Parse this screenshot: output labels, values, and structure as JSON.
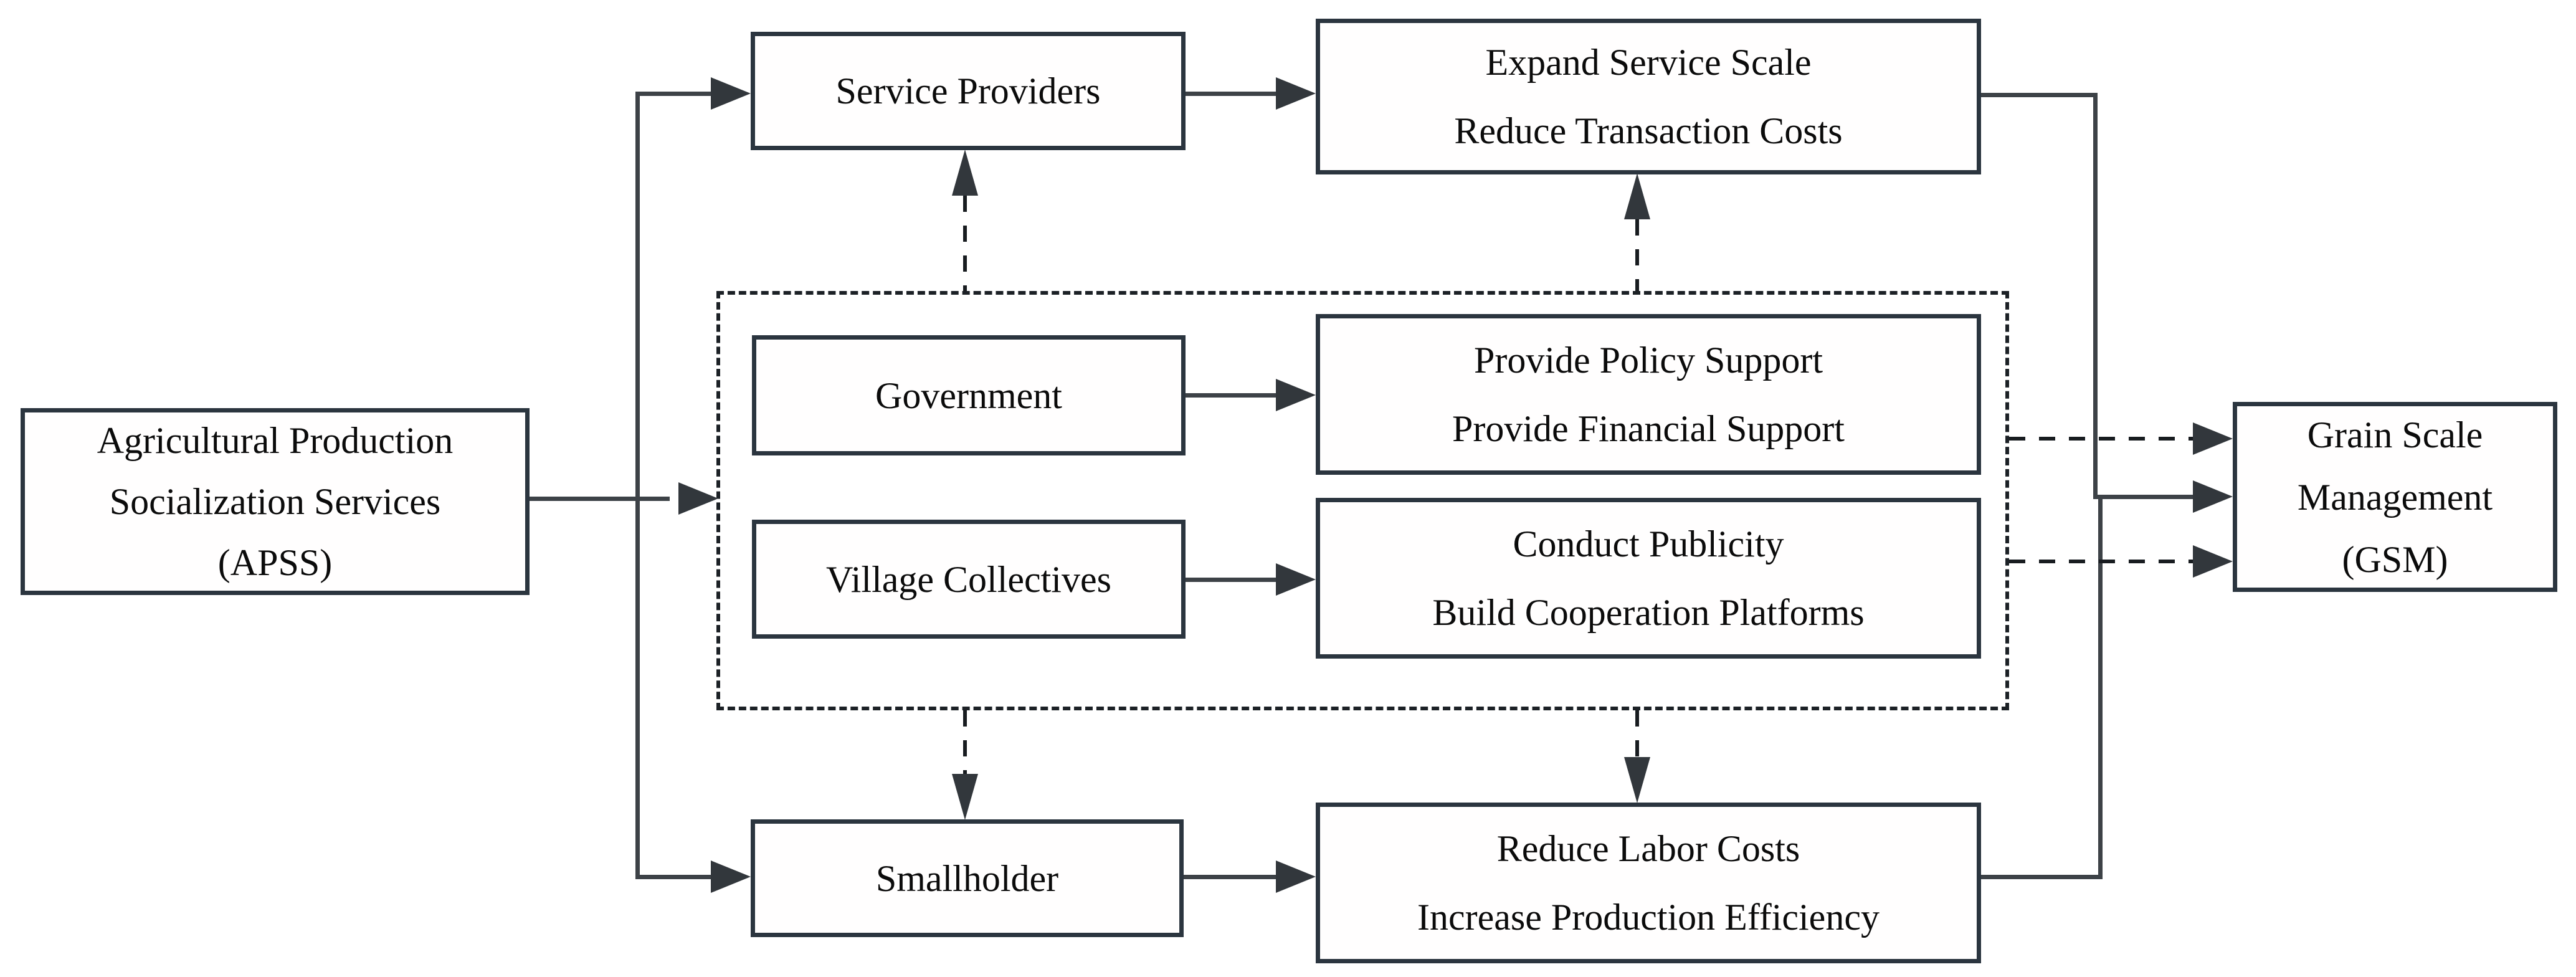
{
  "diagram": {
    "title": "APSS to GSM mechanism flowchart",
    "nodes": {
      "apss": {
        "line1": "Agricultural Production",
        "line2": "Socialization Services",
        "line3": "(APSS)"
      },
      "service_providers": {
        "line1": "Service Providers"
      },
      "expand": {
        "line1": "Expand Service Scale",
        "line2": "Reduce Transaction Costs"
      },
      "government": {
        "line1": "Government"
      },
      "policy": {
        "line1": "Provide Policy Support",
        "line2": "Provide Financial Support"
      },
      "village": {
        "line1": "Village Collectives"
      },
      "publicity": {
        "line1": "Conduct Publicity",
        "line2": "Build Cooperation Platforms"
      },
      "smallholder": {
        "line1": "Smallholder"
      },
      "reduce": {
        "line1": "Reduce Labor Costs",
        "line2": "Increase Production Efficiency"
      },
      "gsm": {
        "line1": "Grain Scale",
        "line2": "Management",
        "line3": "(GSM)"
      }
    },
    "edges": [
      {
        "from": "APSS",
        "to": "Service Providers",
        "style": "solid"
      },
      {
        "from": "APSS",
        "to": "Government / Village Collectives group",
        "style": "solid"
      },
      {
        "from": "APSS",
        "to": "Smallholder",
        "style": "solid"
      },
      {
        "from": "Service Providers",
        "to": "Expand Service Scale; Reduce Transaction Costs",
        "style": "solid"
      },
      {
        "from": "Government",
        "to": "Provide Policy Support; Provide Financial Support",
        "style": "solid"
      },
      {
        "from": "Village Collectives",
        "to": "Conduct Publicity; Build Cooperation Platforms",
        "style": "solid"
      },
      {
        "from": "Smallholder",
        "to": "Reduce Labor Costs; Increase Production Efficiency",
        "style": "solid"
      },
      {
        "from": "Government / Village Collectives group",
        "to": "Service Providers",
        "style": "dashed"
      },
      {
        "from": "Government / Village Collectives group",
        "to": "Expand Service Scale; Reduce Transaction Costs",
        "style": "dashed"
      },
      {
        "from": "Government / Village Collectives group",
        "to": "Smallholder",
        "style": "dashed"
      },
      {
        "from": "Government / Village Collectives group",
        "to": "Reduce Labor Costs; Increase Production Efficiency",
        "style": "dashed"
      },
      {
        "from": "Government / Village Collectives group",
        "to": "Grain Scale Management (GSM)",
        "style": "dashed"
      },
      {
        "from": "Government / Village Collectives group",
        "to": "Grain Scale Management (GSM)",
        "style": "dashed"
      },
      {
        "from": "Expand Service Scale; Reduce Transaction Costs",
        "to": "Grain Scale Management (GSM)",
        "style": "solid"
      },
      {
        "from": "Reduce Labor Costs; Increase Production Efficiency",
        "to": "Grain Scale Management (GSM)",
        "style": "solid"
      }
    ],
    "colors": {
      "background": "#ffffff",
      "box_border": "#2b353f",
      "box_fill": "#fffefe",
      "solid_line": "#3d4247",
      "arrowhead": "#32373c",
      "dashed_line": "#181c20",
      "text": "#0b0b0b"
    }
  }
}
